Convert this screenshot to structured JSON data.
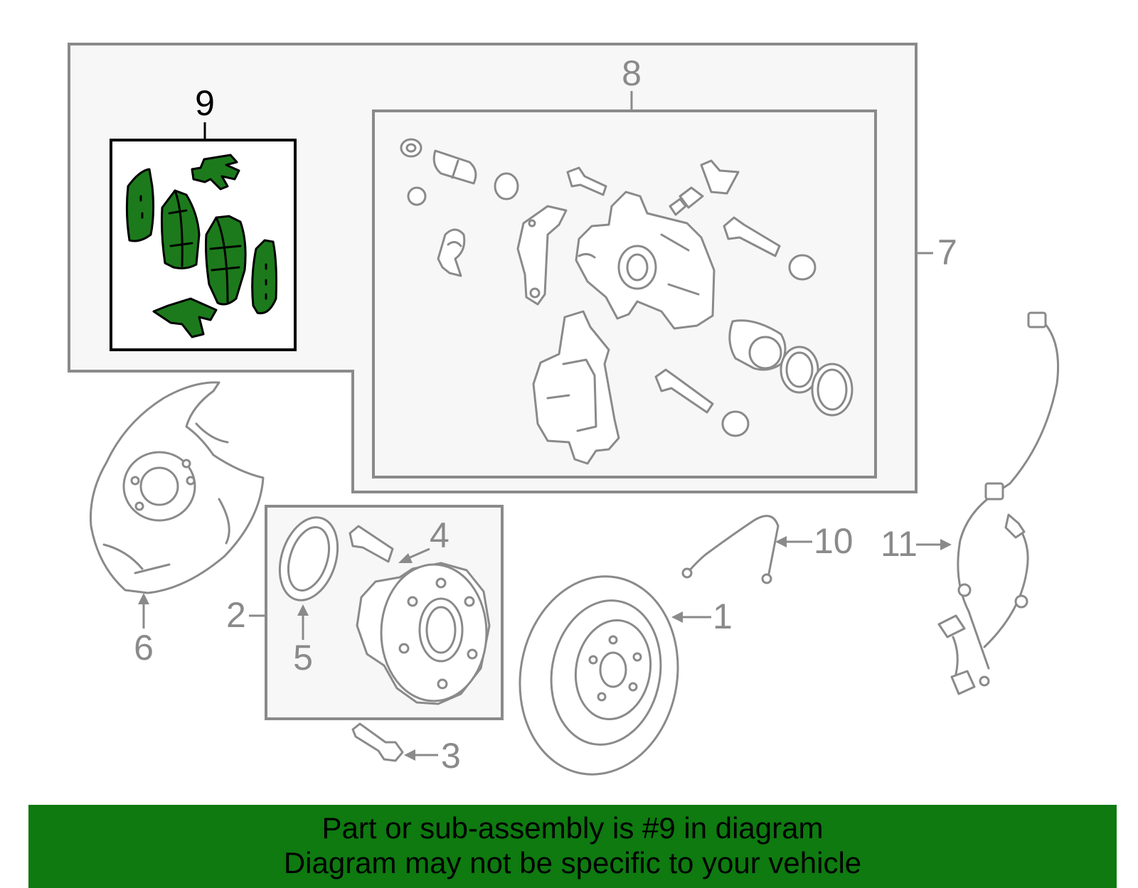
{
  "callouts": {
    "c1": "1",
    "c2": "2",
    "c3": "3",
    "c4": "4",
    "c5": "5",
    "c6": "6",
    "c7": "7",
    "c8": "8",
    "c9": "9",
    "c10": "10",
    "c11": "11"
  },
  "highlight": {
    "part_number": "9",
    "color": "#1c7a1c"
  },
  "banner": {
    "line1": "Part or sub-assembly is #9 in diagram",
    "line2": "Diagram may not be specific to your vehicle",
    "color": "#0e7a10"
  }
}
